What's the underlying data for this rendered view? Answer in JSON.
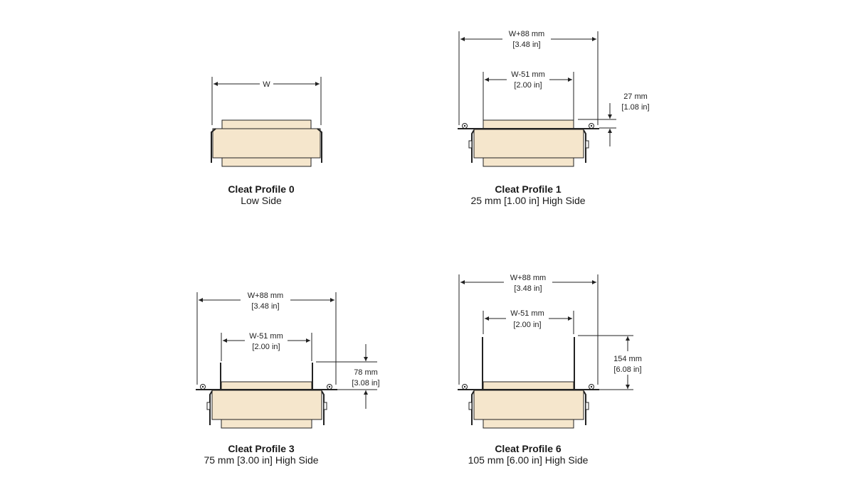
{
  "colors": {
    "belt_fill": "#f5e6cc",
    "line": "#222222",
    "background": "#ffffff"
  },
  "profiles": {
    "p0": {
      "title": "Cleat Profile 0",
      "subtitle": "Low Side",
      "w_label": "W"
    },
    "p1": {
      "title": "Cleat Profile 1",
      "subtitle": "25 mm [1.00 in] High Side",
      "outer": {
        "mm": "W+88 mm",
        "in": "[3.48 in]"
      },
      "inner": {
        "mm": "W-51 mm",
        "in": "[2.00 in]"
      },
      "height": {
        "mm": "27 mm",
        "in": "[1.08 in]"
      }
    },
    "p3": {
      "title": "Cleat Profile 3",
      "subtitle": "75 mm [3.00 in] High Side",
      "outer": {
        "mm": "W+88 mm",
        "in": "[3.48 in]"
      },
      "inner": {
        "mm": "W-51 mm",
        "in": "[2.00 in]"
      },
      "height": {
        "mm": "78 mm",
        "in": "[3.08 in]"
      }
    },
    "p6": {
      "title": "Cleat Profile 6",
      "subtitle": "105 mm [6.00 in] High Side",
      "outer": {
        "mm": "W+88 mm",
        "in": "[3.48 in]"
      },
      "inner": {
        "mm": "W-51 mm",
        "in": "[2.00 in]"
      },
      "height": {
        "mm": "154 mm",
        "in": "[6.08 in]"
      }
    }
  }
}
